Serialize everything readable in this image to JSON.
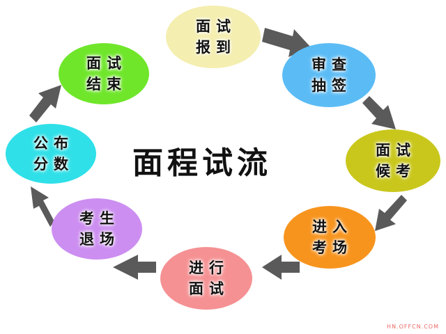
{
  "title": "面程试流",
  "watermark": "HN.OFFCN.COM",
  "arrow_color": "#5a5a5a",
  "steps": [
    {
      "line1": "面试",
      "line2": "报到",
      "color": "#f4eeb0"
    },
    {
      "line1": "审查",
      "line2": "抽签",
      "color": "#5bbcf5"
    },
    {
      "line1": "面试",
      "line2": "候考",
      "color": "#c9c71c"
    },
    {
      "line1": "进入",
      "line2": "考场",
      "color": "#f7941d"
    },
    {
      "line1": "进行",
      "line2": "面试",
      "color": "#f59193"
    },
    {
      "line1": "考生",
      "line2": "退场",
      "color": "#cc8ef0"
    },
    {
      "line1": "公布",
      "line2": "分数",
      "color": "#2fe0e8"
    },
    {
      "line1": "面试",
      "line2": "结束",
      "color": "#6fe62a"
    }
  ]
}
